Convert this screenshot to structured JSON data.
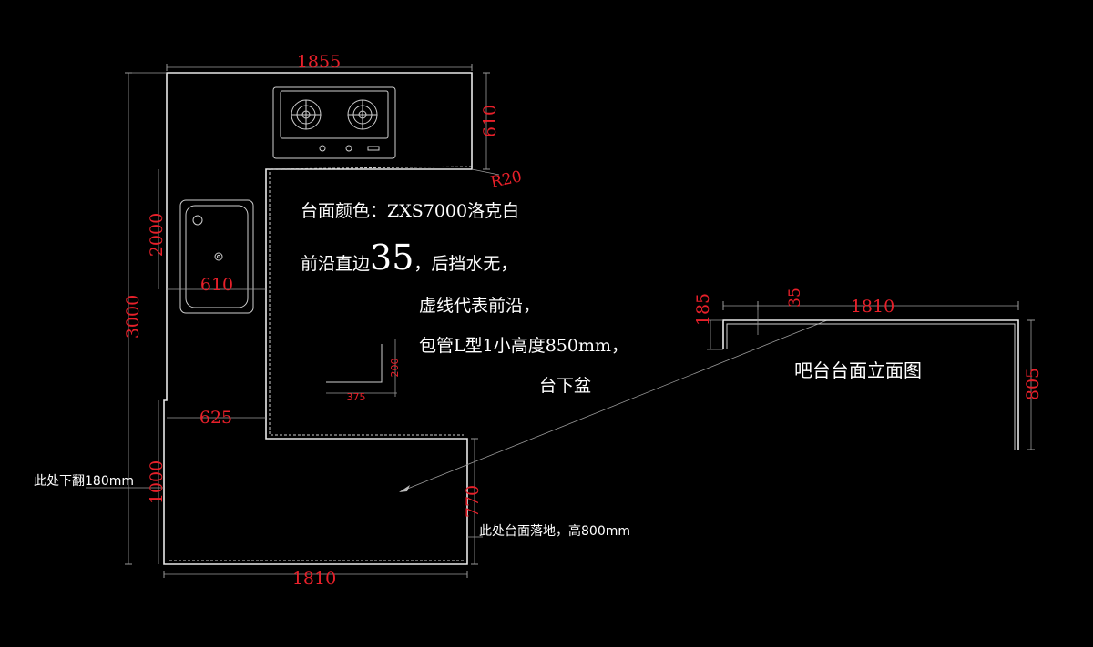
{
  "plan": {
    "dims": {
      "top_width": "1855",
      "stove_depth": "610",
      "corner_radius": "R20",
      "sink_side": "2000",
      "total_height": "3000",
      "sink_width": "610",
      "lower_depth": "625",
      "lower_side": "1000",
      "right_drop": "770",
      "bottom_width": "1810",
      "small_w": "375",
      "small_h": "200"
    },
    "notes": {
      "color": "台面颜色：ZXS7000洛克白",
      "edge_prefix": "前沿直边",
      "edge_num": "35",
      "edge_suffix": "，后挡水无，",
      "dashed": "虚线代表前沿，",
      "pipe": "包管L型1小高度850mm，",
      "sink": "台下盆",
      "fold": "此处下翻180mm",
      "floor": "此处台面落地，高800mm"
    }
  },
  "elevation": {
    "title": "吧台台面立面图",
    "dims": {
      "left_h": "185",
      "edge": "35",
      "width": "1810",
      "height": "805"
    }
  }
}
